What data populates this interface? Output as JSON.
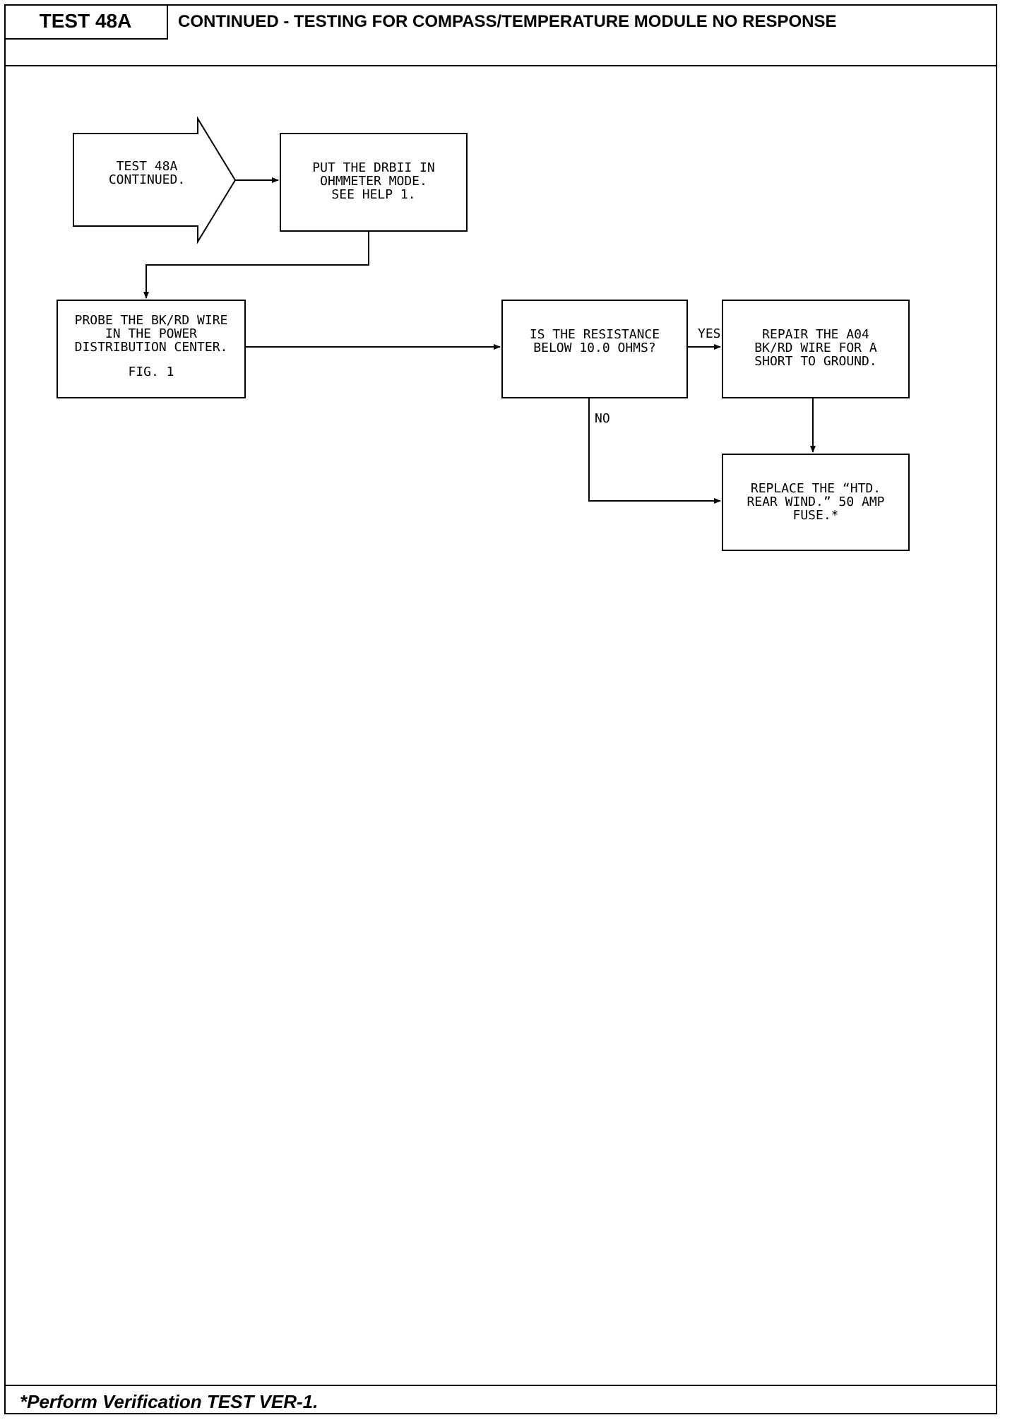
{
  "header": {
    "test_id": "TEST 48A",
    "title": "CONTINUED - TESTING FOR COMPASS/TEMPERATURE MODULE NO RESPONSE"
  },
  "flowchart": {
    "start": {
      "lines": [
        "TEST 48A",
        "CONTINUED."
      ]
    },
    "put_drbii": {
      "lines": [
        "PUT THE DRBII IN",
        "OHMMETER MODE.",
        "SEE HELP 1."
      ]
    },
    "probe_wire": {
      "lines": [
        "PROBE THE BK/RD WIRE",
        "IN THE POWER",
        "DISTRIBUTION CENTER."
      ],
      "figure_ref": "FIG. 1"
    },
    "resistance_question": {
      "lines": [
        "IS THE RESISTANCE",
        "BELOW 10.0 OHMS?"
      ]
    },
    "repair_wire": {
      "lines": [
        "REPAIR THE A04",
        "BK/RD WIRE FOR A",
        "SHORT TO GROUND."
      ]
    },
    "replace_fuse": {
      "lines": [
        "REPLACE THE “HTD.",
        "REAR WIND.” 50 AMP",
        "FUSE.*"
      ]
    },
    "yes_label": "YES",
    "no_label": "NO"
  },
  "footer": {
    "note": "*Perform Verification TEST VER-1."
  }
}
